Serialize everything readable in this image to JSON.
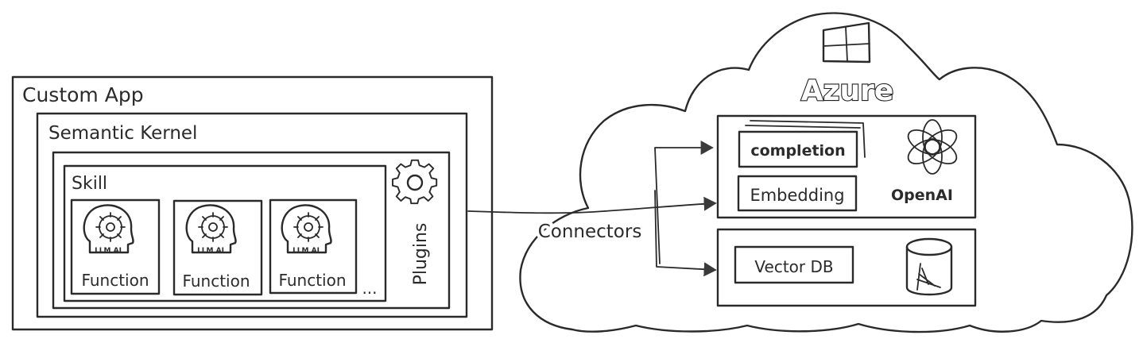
{
  "custom_app": {
    "title": "Custom App"
  },
  "semantic_kernel": {
    "title": "Semantic Kernel"
  },
  "skill": {
    "title": "Skill",
    "functions": [
      {
        "label": "Function",
        "chip": "LLM AI"
      },
      {
        "label": "Function",
        "chip": "LLM AI"
      },
      {
        "label": "Function",
        "chip": "LLM AI"
      }
    ],
    "more": "..."
  },
  "plugins": {
    "label": "Plugins",
    "icon": "gear-icon"
  },
  "connectors": {
    "label": "Connectors"
  },
  "azure": {
    "title": "Azure",
    "logo_icon": "windows-icon",
    "openai": {
      "completion_label": "completion",
      "embedding_label": "Embedding",
      "brand": "OpenAI",
      "logo_icon": "openai-logo-icon"
    },
    "vector_db": {
      "label": "Vector DB",
      "icon": "database-icon"
    }
  }
}
